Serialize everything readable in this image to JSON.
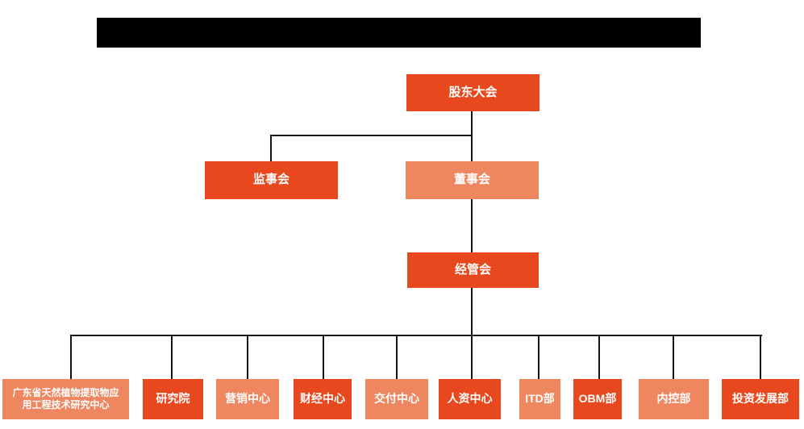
{
  "colors": {
    "node_primary_orange": "#e8481d",
    "node_light_orange": "#ee8660",
    "node_text": "#ffffff",
    "connector_line": "#141414",
    "redaction_bar": "#000000",
    "background": "#ffffff"
  },
  "org_chart": {
    "nodes": {
      "shareholders_meeting": "股东大会",
      "board_of_supervisors": "监事会",
      "board_of_directors": "董事会",
      "management_committee": "经管会",
      "research_center": "广东省天然植物提取物应用工程技术研究中心",
      "research_academy": "研究院",
      "marketing_center": "营销中心",
      "finance_center": "财经中心",
      "delivery_center": "交付中心",
      "hr_center": "人资中心",
      "itd_dept": "ITD部",
      "obm_dept": "OBM部",
      "internal_control_dept": "内控部",
      "investment_development_dept": "投资发展部"
    },
    "edges": [
      [
        "shareholders_meeting",
        "board_of_supervisors"
      ],
      [
        "shareholders_meeting",
        "board_of_directors"
      ],
      [
        "board_of_directors",
        "management_committee"
      ],
      [
        "management_committee",
        "research_center"
      ],
      [
        "management_committee",
        "research_academy"
      ],
      [
        "management_committee",
        "marketing_center"
      ],
      [
        "management_committee",
        "finance_center"
      ],
      [
        "management_committee",
        "delivery_center"
      ],
      [
        "management_committee",
        "hr_center"
      ],
      [
        "management_committee",
        "itd_dept"
      ],
      [
        "management_committee",
        "obm_dept"
      ],
      [
        "management_committee",
        "internal_control_dept"
      ],
      [
        "management_committee",
        "investment_development_dept"
      ]
    ]
  }
}
